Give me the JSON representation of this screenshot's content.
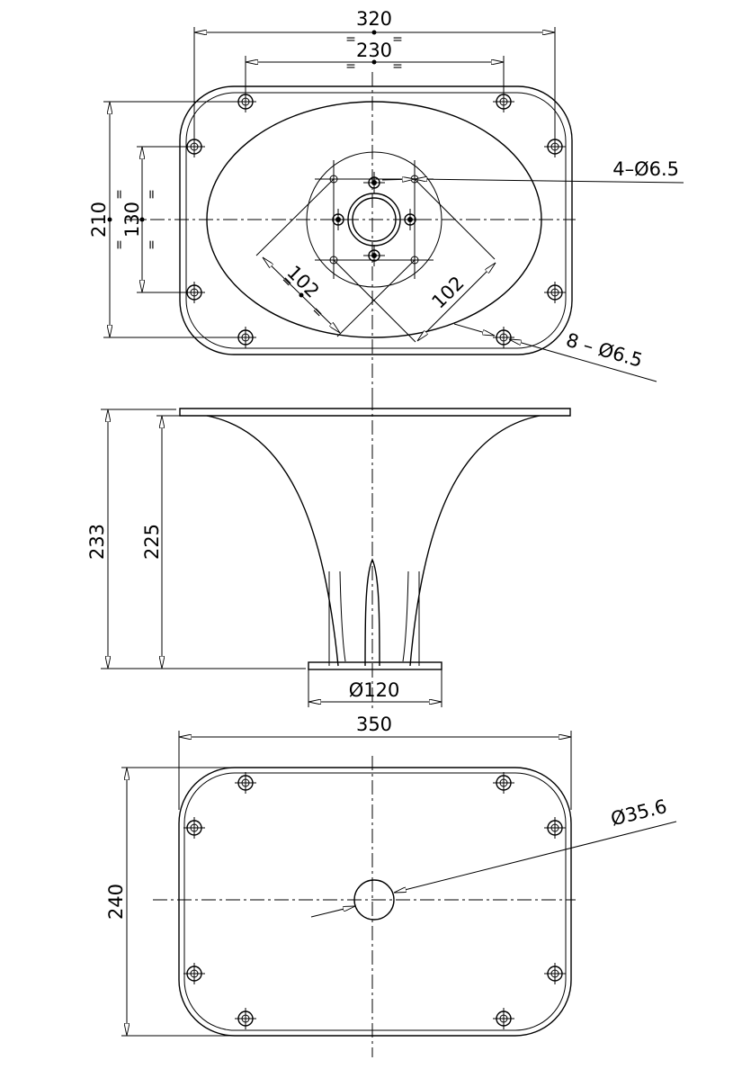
{
  "top_view": {
    "dim_width_outer": "320",
    "dim_width_inner": "230",
    "dim_height_outer": "210",
    "dim_height_inner": "130",
    "dim_diag_left": "102",
    "dim_diag_right": "102",
    "note_throat_holes": "4–Ø6.5",
    "note_mount_holes": "8 – Ø6.5",
    "equal_mark": "="
  },
  "side_view": {
    "dim_height_overall": "233",
    "dim_height_inner": "225",
    "dim_throat_dia": "Ø120"
  },
  "bottom_view": {
    "dim_width": "350",
    "dim_height": "240",
    "dim_hole_dia": "Ø35.6"
  }
}
